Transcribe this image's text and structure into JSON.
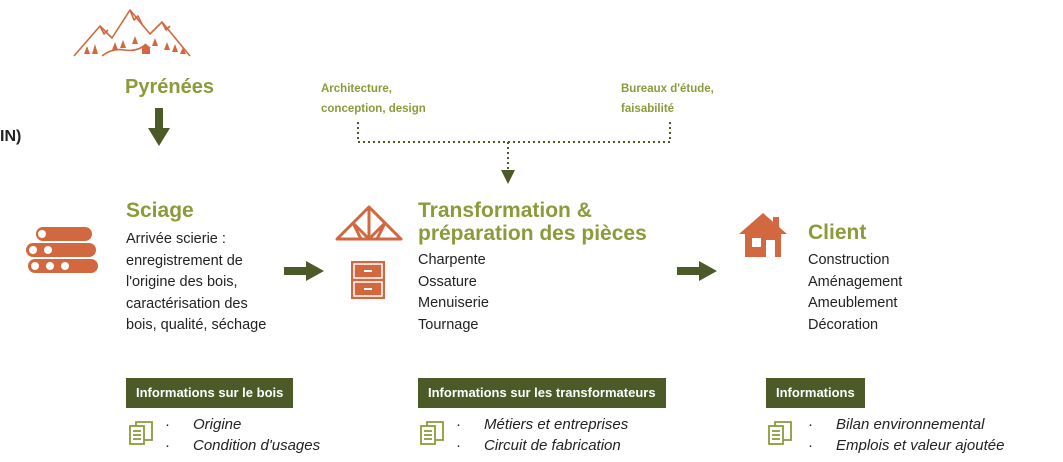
{
  "cut_label": "IN)",
  "source": {
    "title": "Pyrénées"
  },
  "advisors": {
    "left": [
      "Architecture,",
      "conception, design"
    ],
    "right": [
      "Bureaux d'étude,",
      "faisabilité"
    ]
  },
  "stages": [
    {
      "title_lines": [
        "Sciage"
      ],
      "lines": [
        "Arrivée scierie :",
        "enregistrement de",
        "l'origine des bois,",
        "caractérisation des",
        "bois, qualité, séchage"
      ],
      "info_title": "Informations sur le bois",
      "info_items": [
        "Origine",
        "Condition d'usages"
      ]
    },
    {
      "title_lines": [
        "Transformation &",
        "préparation des pièces"
      ],
      "lines": [
        "Charpente",
        "Ossature",
        "Menuiserie",
        "Tournage"
      ],
      "info_title": "Informations sur les transformateurs",
      "info_items": [
        "Métiers et entreprises",
        "Circuit de fabrication"
      ]
    },
    {
      "title_lines": [
        "Client"
      ],
      "lines": [
        "Construction",
        "Aménagement",
        "Ameublement",
        "Décoration"
      ],
      "info_title": "Informations",
      "info_items": [
        "Bilan environnemental",
        "Emplois et valeur ajoutée"
      ]
    }
  ],
  "bullet": "·",
  "colors": {
    "olive": "#8d9a3a",
    "dark_olive": "#4b5a26",
    "terracotta": "#d2683f",
    "arrow": "#4b5a26"
  },
  "icons": [
    "mountains-icon",
    "logs-icon",
    "roof-truss-icon",
    "drawer-cabinet-icon",
    "house-icon",
    "document-icon"
  ]
}
